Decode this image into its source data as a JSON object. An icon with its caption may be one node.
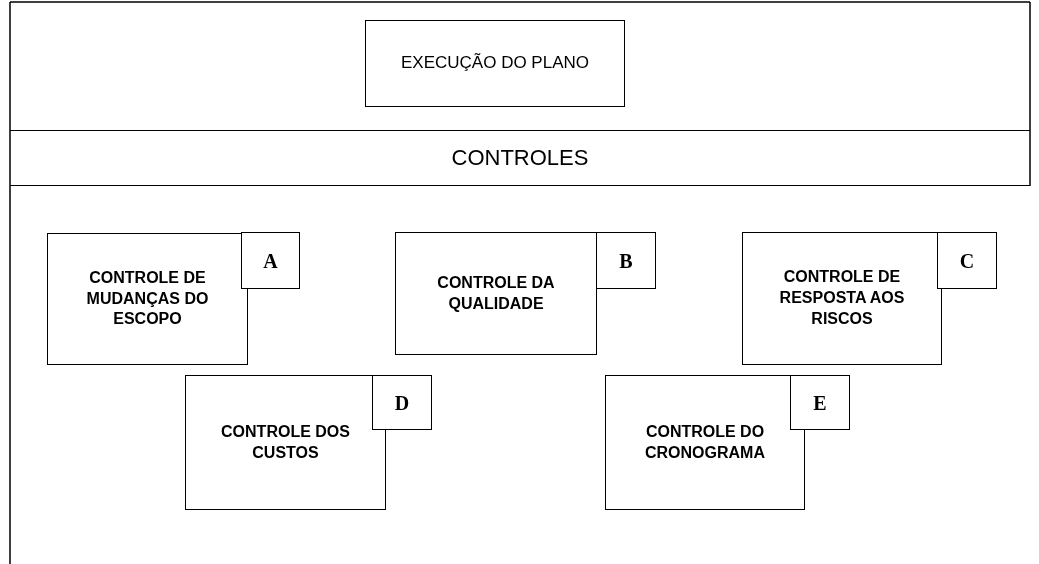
{
  "diagram": {
    "nodes": [
      {
        "text": [
          "EXECUÇÃO DO PLANO"
        ]
      },
      {
        "text": [
          "CONTROLES"
        ]
      },
      {
        "text": [
          "CONTROLE DE MUDANÇAS DO ESCOPO"
        ]
      },
      {
        "text": [
          "A"
        ]
      },
      {
        "text": [
          "CONTROLE DA QUALIDADE"
        ]
      },
      {
        "text": [
          "B"
        ]
      },
      {
        "text": [
          "CONTROLE DE RESPOSTA AOS RISCOS"
        ]
      },
      {
        "text": [
          "C"
        ]
      },
      {
        "text": [
          "CONTROLE DOS CUSTOS"
        ]
      },
      {
        "text": [
          "D"
        ]
      },
      {
        "text": [
          "CONTROLE DO CRONOGRAMA"
        ]
      },
      {
        "text": [
          "E"
        ]
      }
    ]
  }
}
